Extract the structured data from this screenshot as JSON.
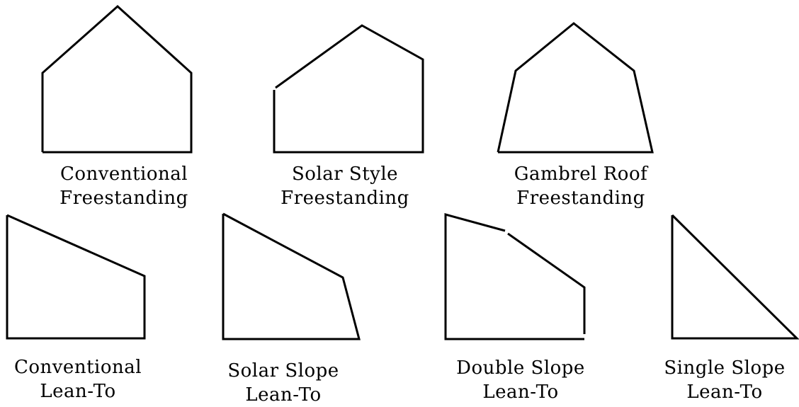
{
  "greenhouse_styles": [
    {
      "line1": "Conventional",
      "line2": "Freestanding"
    },
    {
      "line1": "Solar Style",
      "line2": "Freestanding"
    },
    {
      "line1": "Gambrel Roof",
      "line2": "Freestanding"
    },
    {
      "line1": "Conventional",
      "line2": "Lean-To"
    },
    {
      "line1": "Solar Slope",
      "line2": "Lean-To"
    },
    {
      "line1": "Double Slope",
      "line2": "Lean-To"
    },
    {
      "line1": "Single Slope",
      "line2": "Lean-To"
    }
  ]
}
